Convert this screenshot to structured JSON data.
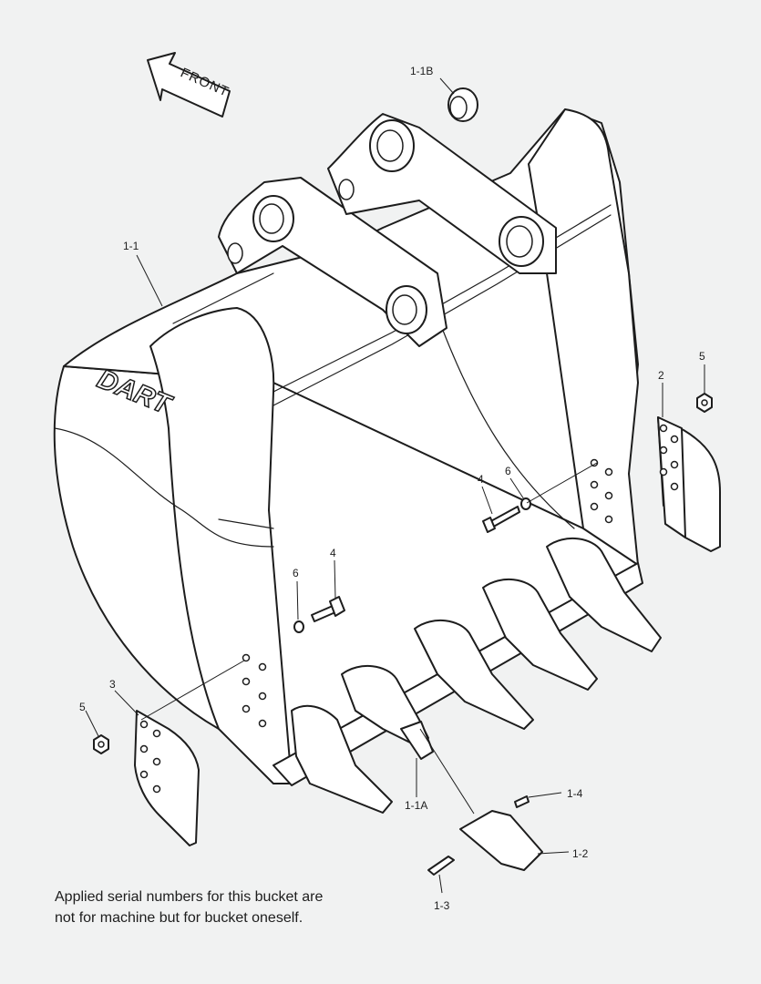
{
  "diagram": {
    "direction_label": "FRONT",
    "logo_text": "DART",
    "callouts": [
      "1-1B",
      "1-1",
      "2",
      "5",
      "4",
      "6",
      "6",
      "4",
      "3",
      "5",
      "1-1A",
      "1-4",
      "1-2",
      "1-3"
    ],
    "note_lines": [
      "Applied serial numbers for this bucket are",
      "not for machine but for bucket oneself."
    ]
  }
}
